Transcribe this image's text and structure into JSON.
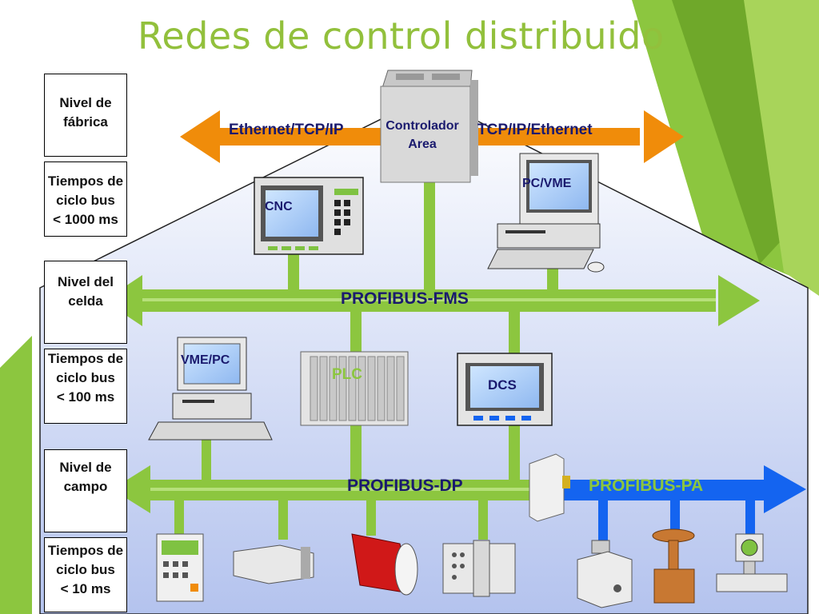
{
  "title": "Redes de control distribuido",
  "levels": [
    {
      "name": "Nivel de\nfábrica",
      "cycle": "Tiempos de\nciclo bus\n< 1000 ms"
    },
    {
      "name": "Nivel del\ncelda",
      "cycle": "Tiempos de\nciclo bus\n< 100 ms"
    },
    {
      "name": "Nivel de\ncampo",
      "cycle": "Tiempos de\nciclo bus\n< 10 ms"
    }
  ],
  "buses": {
    "ethernet_left": "Ethernet/TCP/IP",
    "ethernet_right": "TCP/IP/Ethernet",
    "fms": "PROFIBUS-FMS",
    "dp": "PROFIBUS-DP",
    "pa": "PROFIBUS-PA"
  },
  "devices": {
    "area_controller": "Controlador\nArea",
    "cnc": "CNC",
    "pc_vme": "PC/VME",
    "vme_pc": "VME/PC",
    "plc": "PLC",
    "dcs": "DCS"
  },
  "colors": {
    "title": "#92c03c",
    "ethernet_bus": "#f08c0a",
    "fms_bus": "#8cc63f",
    "dp_bus": "#8cc63f",
    "pa_bus": "#1464f0",
    "label_text": "#1a1a6e"
  }
}
